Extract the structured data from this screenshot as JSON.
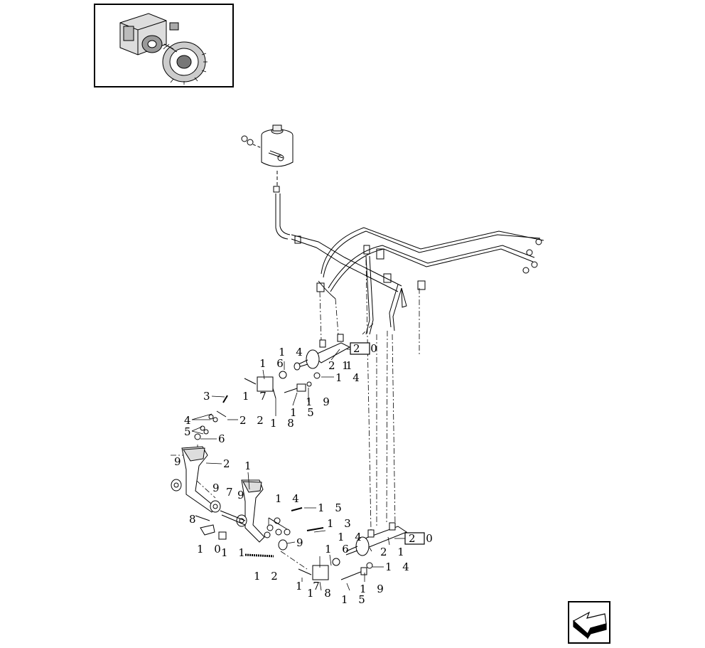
{
  "callouts": [
    {
      "id": "c1",
      "text": "1 6"
    },
    {
      "id": "c2",
      "text": "1 4"
    },
    {
      "id": "c3",
      "text": "2 0"
    },
    {
      "id": "c4",
      "text": "2 1"
    },
    {
      "id": "c5",
      "text": "1"
    },
    {
      "id": "c6",
      "text": "1 4"
    },
    {
      "id": "c7",
      "text": "1 7"
    },
    {
      "id": "c8",
      "text": "1 8"
    },
    {
      "id": "c9",
      "text": "1 5"
    },
    {
      "id": "c10",
      "text": "1 9"
    },
    {
      "id": "c11",
      "text": "3"
    },
    {
      "id": "c12",
      "text": "4"
    },
    {
      "id": "c13",
      "text": "2 2"
    },
    {
      "id": "c14",
      "text": "5"
    },
    {
      "id": "c15",
      "text": "6"
    },
    {
      "id": "c16",
      "text": "9"
    },
    {
      "id": "c17",
      "text": "2"
    },
    {
      "id": "c18",
      "text": "1"
    },
    {
      "id": "c19",
      "text": "9"
    },
    {
      "id": "c20",
      "text": "7"
    },
    {
      "id": "c21",
      "text": "9"
    },
    {
      "id": "c22",
      "text": "1 4"
    },
    {
      "id": "c23",
      "text": "1 5"
    },
    {
      "id": "c24",
      "text": "8"
    },
    {
      "id": "c25",
      "text": "1 3"
    },
    {
      "id": "c26",
      "text": "1 0"
    },
    {
      "id": "c27",
      "text": "1 1"
    },
    {
      "id": "c28",
      "text": "9"
    },
    {
      "id": "c29",
      "text": "1 2"
    },
    {
      "id": "c30",
      "text": "1 6"
    },
    {
      "id": "c31",
      "text": "1 4"
    },
    {
      "id": "c32",
      "text": "2 0"
    },
    {
      "id": "c33",
      "text": "2 1"
    },
    {
      "id": "c34",
      "text": "1 4"
    },
    {
      "id": "c35",
      "text": "1 7"
    },
    {
      "id": "c36",
      "text": "1 8"
    },
    {
      "id": "c37",
      "text": "1 5"
    },
    {
      "id": "c38",
      "text": "1 9"
    }
  ],
  "thumbnail": {
    "icon": "tractor-axle-thumbnail-icon"
  },
  "navigation": {
    "icon": "next-page-arrow-icon"
  }
}
